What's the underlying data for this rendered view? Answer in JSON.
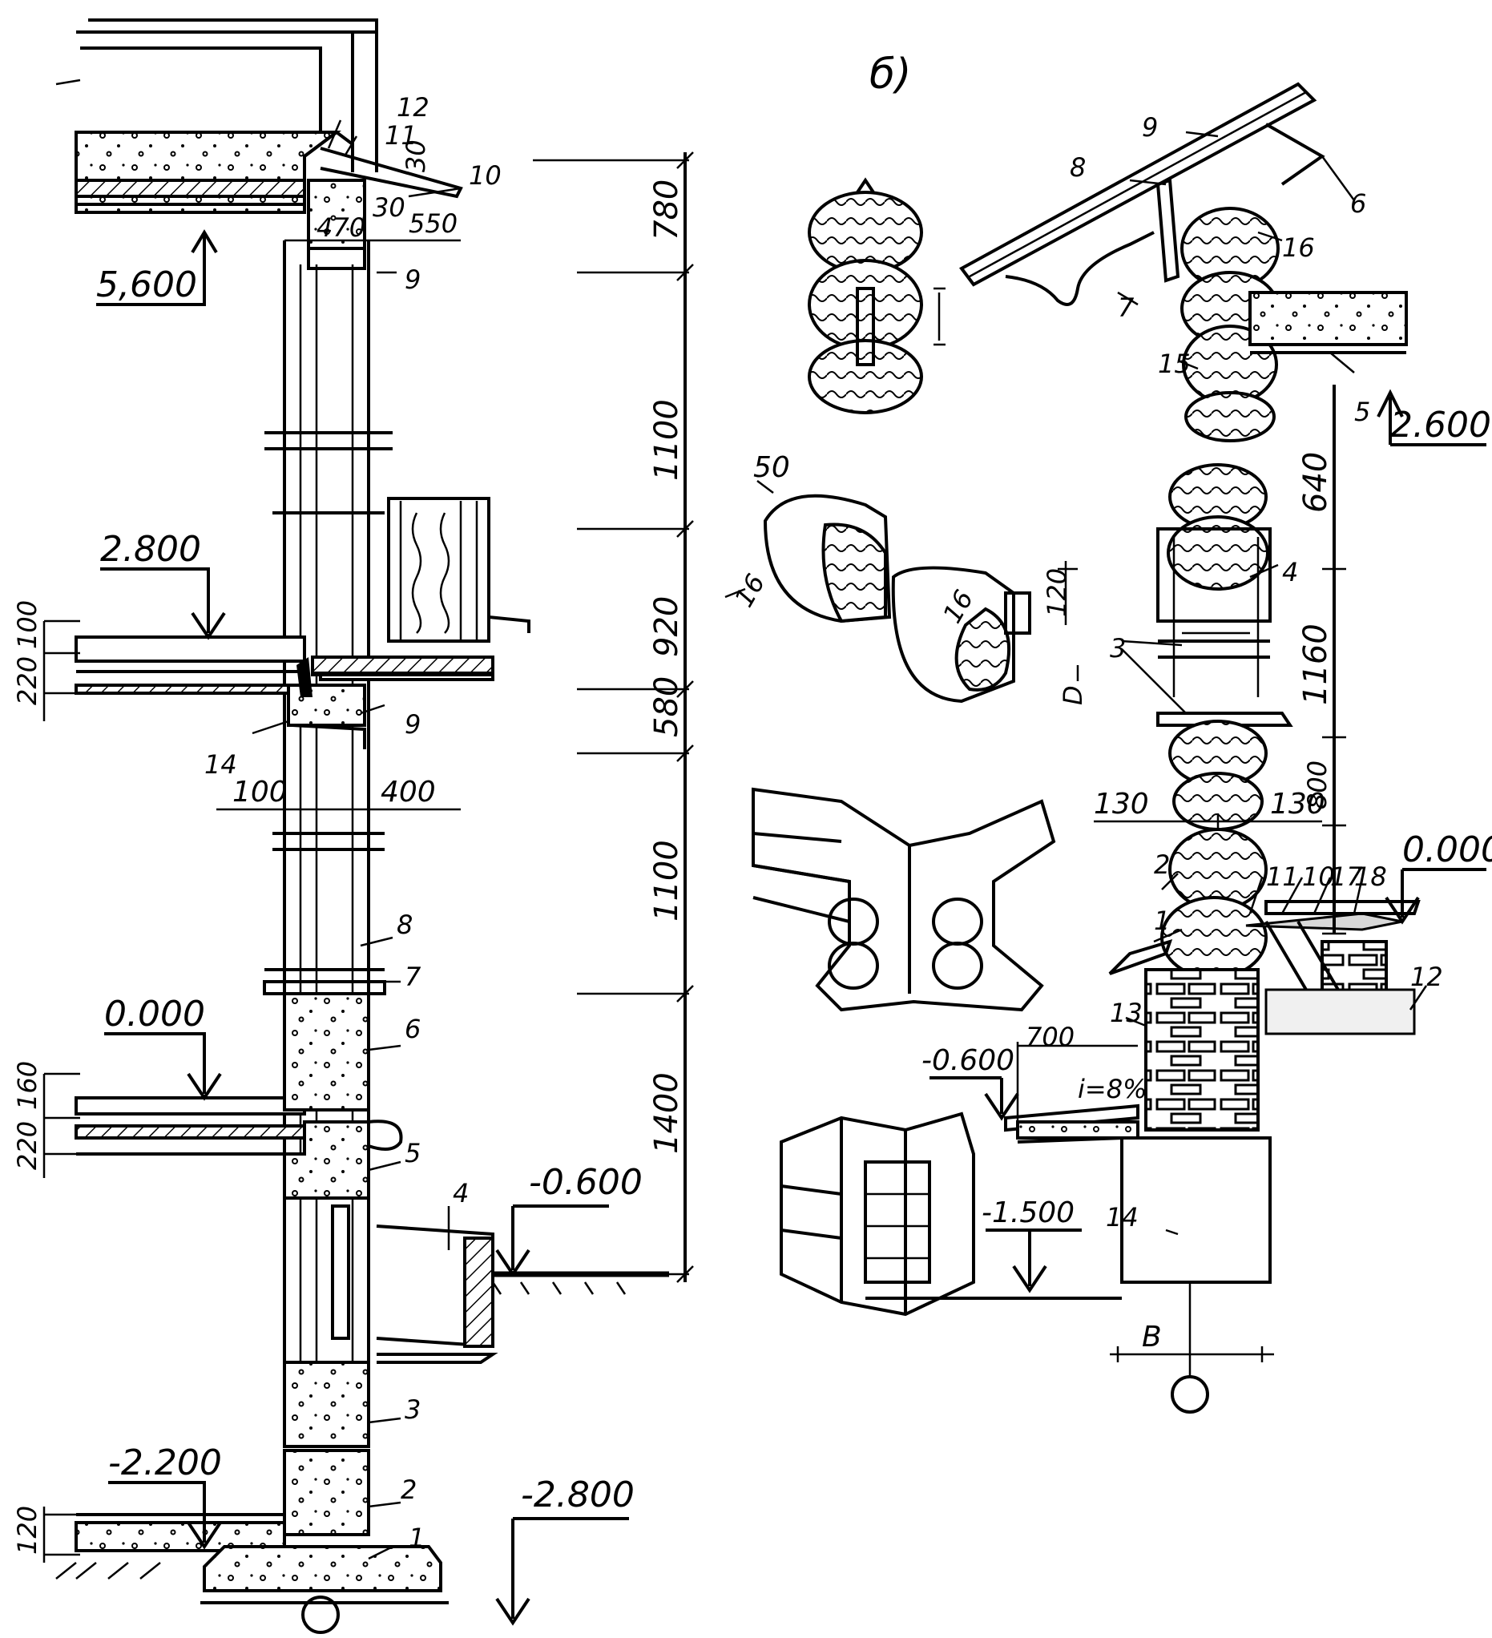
{
  "sheet_label": "б)",
  "section_a": {
    "elevations": [
      "5,600",
      "2.800",
      "0.000",
      "-0.600",
      "-2.200",
      "-2.800"
    ],
    "dims_right": [
      "780",
      "1100",
      "920",
      "580",
      "1100",
      "1400"
    ],
    "layer_dims": [
      "100",
      "220",
      "160",
      "220",
      "120"
    ],
    "wall_dims": [
      "100",
      "400"
    ],
    "roof_dims": [
      "30",
      "470",
      "30",
      "550"
    ],
    "callouts": [
      "12",
      "11",
      "10",
      "9",
      "9",
      "14",
      "8",
      "7",
      "6",
      "5",
      "4",
      "3",
      "2",
      "1"
    ]
  },
  "section_b": {
    "elevations": [
      "2.600",
      "0.000",
      "-0.600",
      "-1.500"
    ],
    "dims_right": [
      "640",
      "1160",
      "800"
    ],
    "dims_misc": [
      "130",
      "130",
      "700",
      "i=8%"
    ],
    "log_dims": [
      "50",
      "16",
      "16",
      "120",
      "D"
    ],
    "callouts": [
      "9",
      "8",
      "6",
      "16",
      "7",
      "15",
      "5",
      "4",
      "3",
      "2",
      "1",
      "11",
      "10",
      "17",
      "18",
      "12",
      "13",
      "14"
    ],
    "axis_letter": "В"
  },
  "colors": {
    "ink": "#000000",
    "paper": "#ffffff"
  }
}
